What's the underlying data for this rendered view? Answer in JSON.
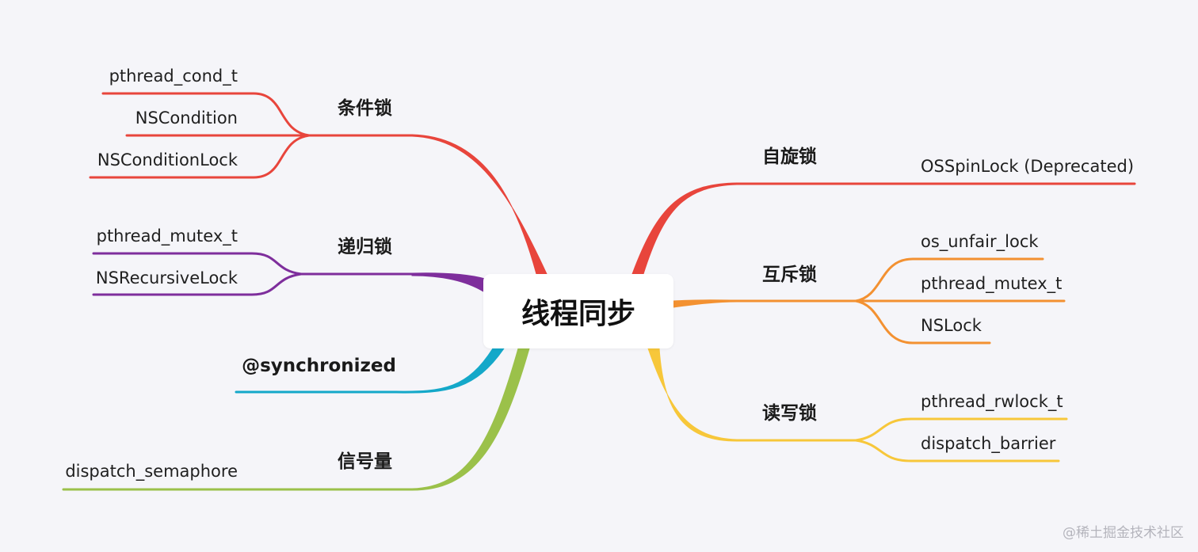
{
  "center": {
    "label": "线程同步"
  },
  "colors": {
    "condition": "#e8453c",
    "recursive": "#7e2e9c",
    "synchronized": "#14a8c9",
    "semaphore": "#9bc14a",
    "spin": "#e8453c",
    "mutex": "#f39131",
    "rw": "#f7c73a"
  },
  "branches": {
    "condition_lock": {
      "label": "条件锁",
      "leaves": [
        "pthread_cond_t",
        "NSCondition",
        "NSConditionLock"
      ]
    },
    "recursive_lock": {
      "label": "递归锁",
      "leaves": [
        "pthread_mutex_t",
        "NSRecursiveLock"
      ]
    },
    "synchronized": {
      "label": "@synchronized"
    },
    "semaphore": {
      "label": "信号量",
      "leaves": [
        "dispatch_semaphore"
      ]
    },
    "spin_lock": {
      "label": "自旋锁",
      "leaves": [
        "OSSpinLock (Deprecated)"
      ]
    },
    "mutex_lock": {
      "label": "互斥锁",
      "leaves": [
        "os_unfair_lock",
        "pthread_mutex_t",
        "NSLock"
      ]
    },
    "rw_lock": {
      "label": "读写锁",
      "leaves": [
        "pthread_rwlock_t",
        "dispatch_barrier"
      ]
    }
  },
  "watermark": "@稀土掘金技术社区"
}
